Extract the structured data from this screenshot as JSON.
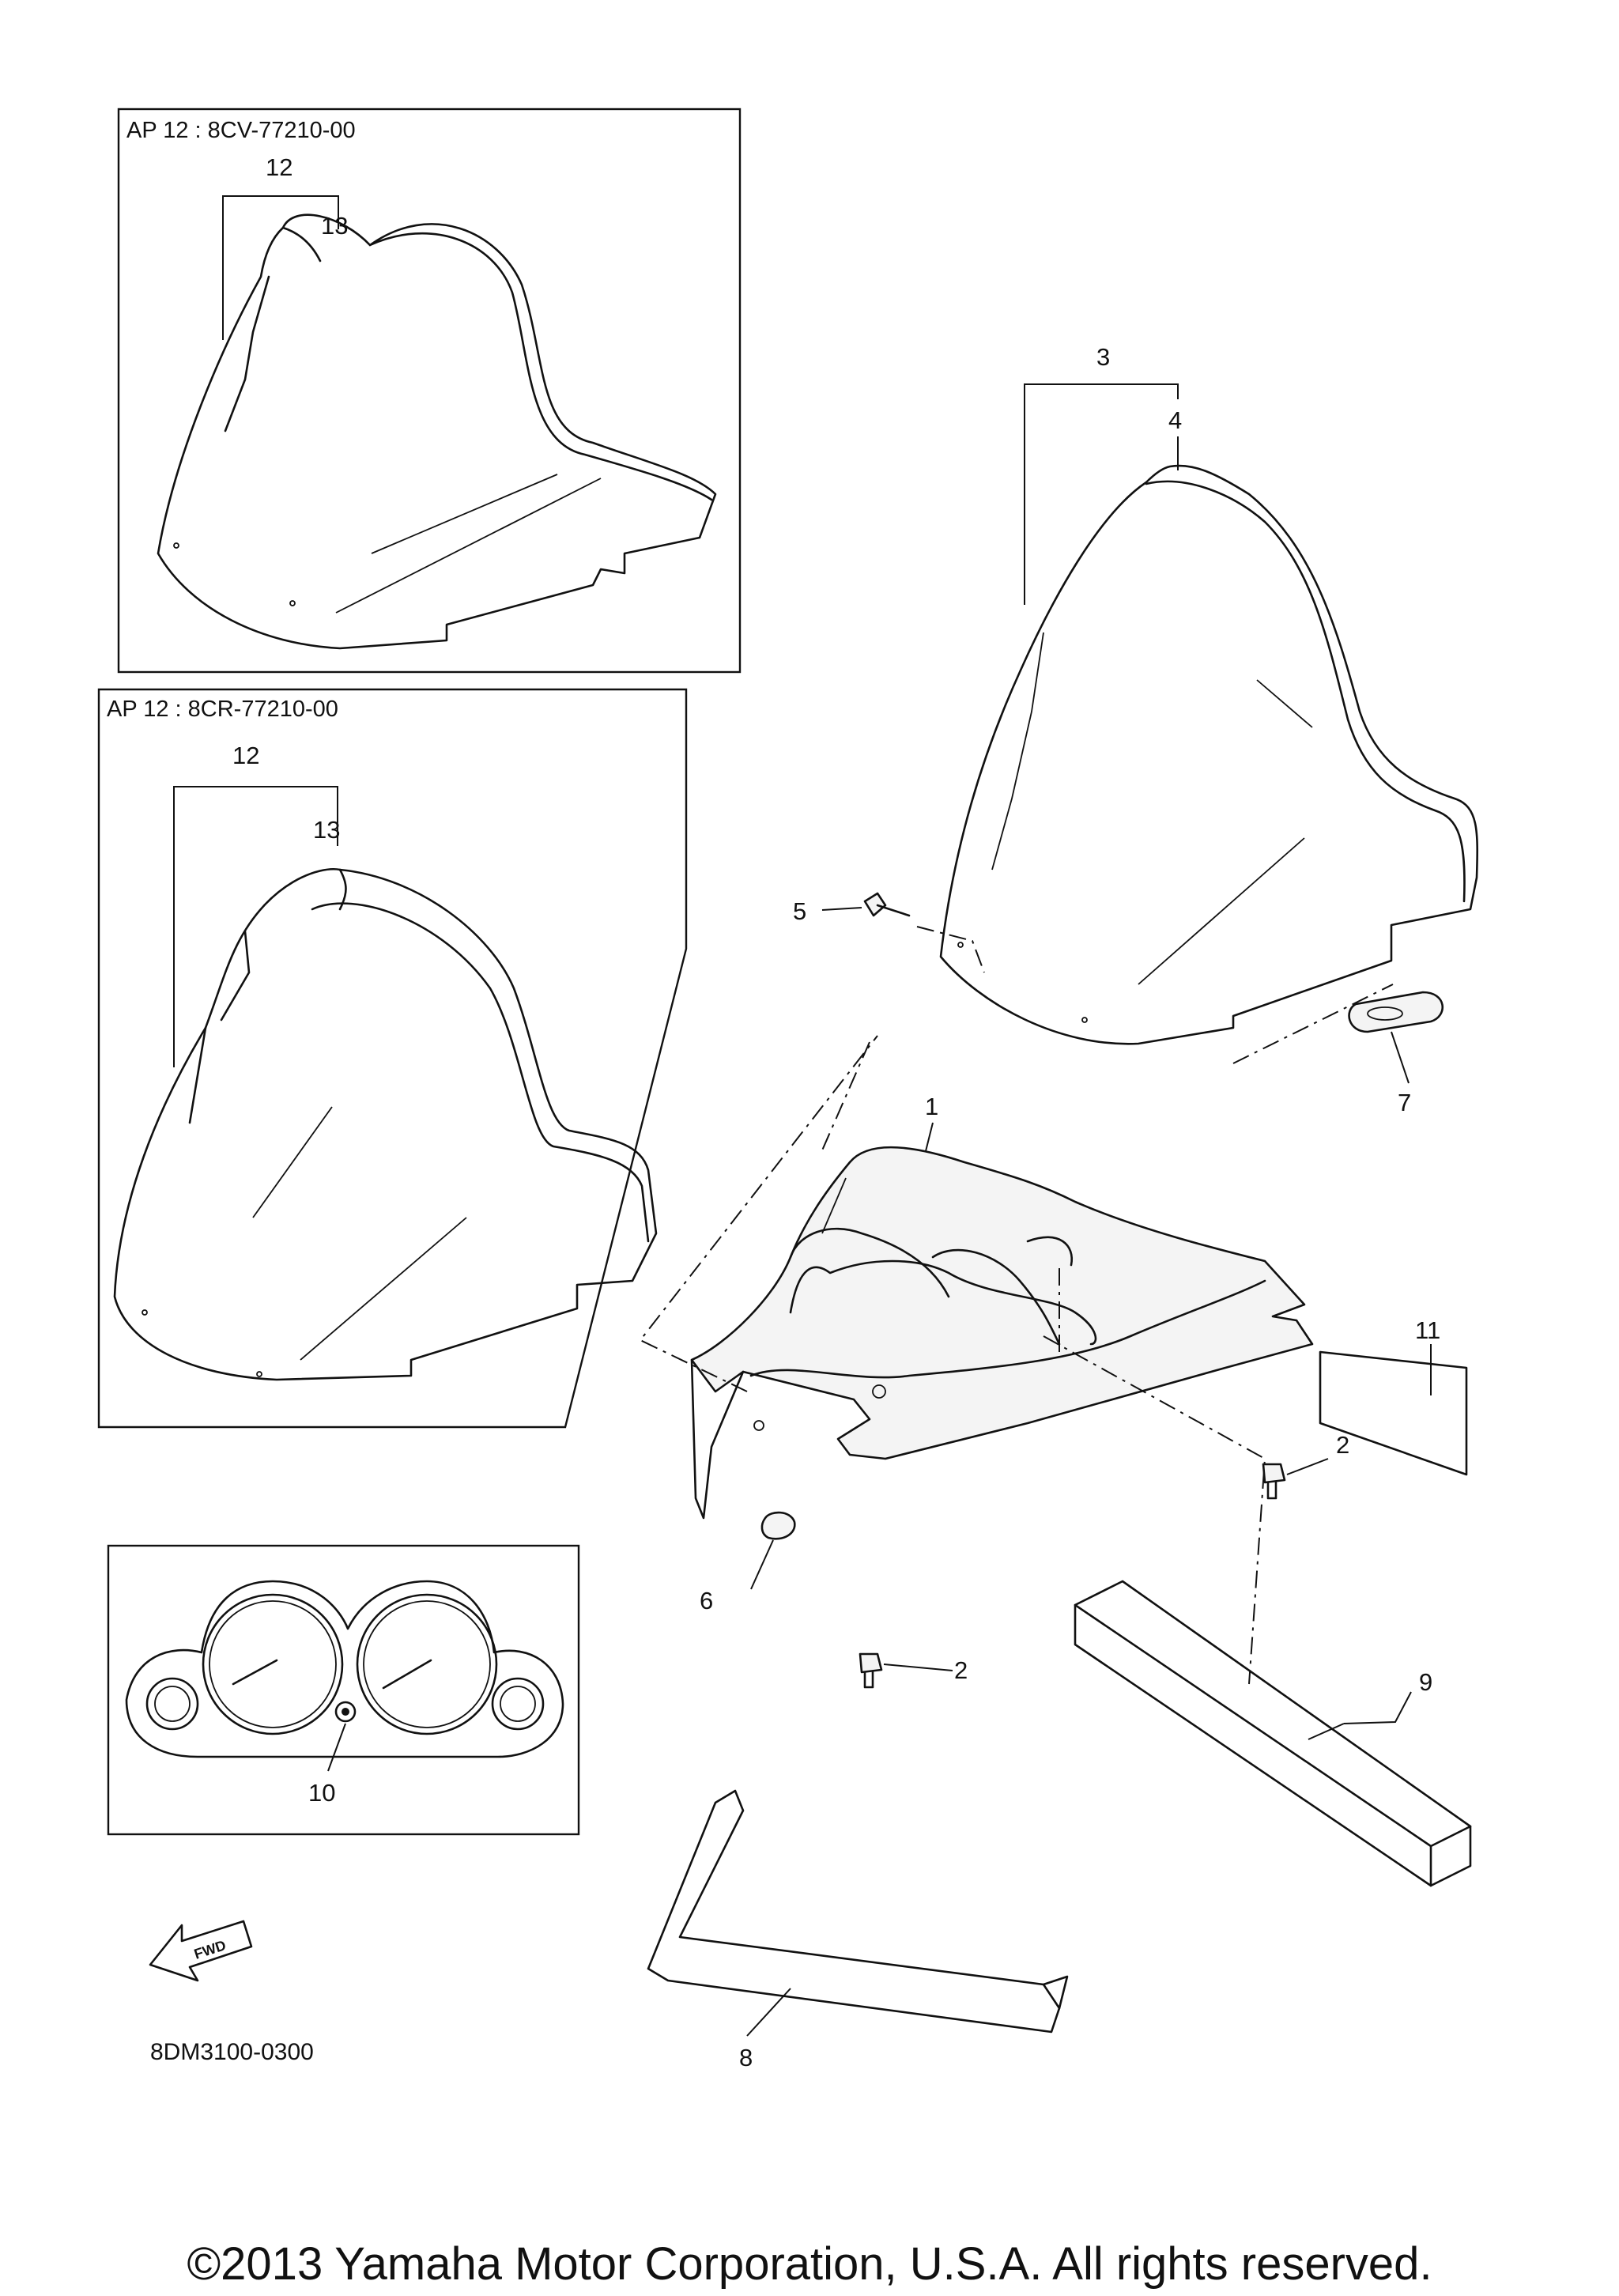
{
  "diagram_code": "8DM3100-0300",
  "copyright": "©2013 Yamaha Motor Corporation, U.S.A. All rights reserved.",
  "fwd_label": "FWD",
  "insets": [
    {
      "title": "AP  12 : 8CV-77210-00",
      "bracket_label": "12",
      "sub_label": "13"
    },
    {
      "title": "AP  12 : 8CR-77210-00",
      "bracket_label": "12",
      "sub_label": "13"
    }
  ],
  "parts": {
    "p1": "1",
    "p2a": "2",
    "p2b": "2",
    "p3": "3",
    "p4": "4",
    "p5": "5",
    "p6": "6",
    "p7": "7",
    "p8": "8",
    "p9": "9",
    "p10": "10",
    "p11": "11"
  }
}
